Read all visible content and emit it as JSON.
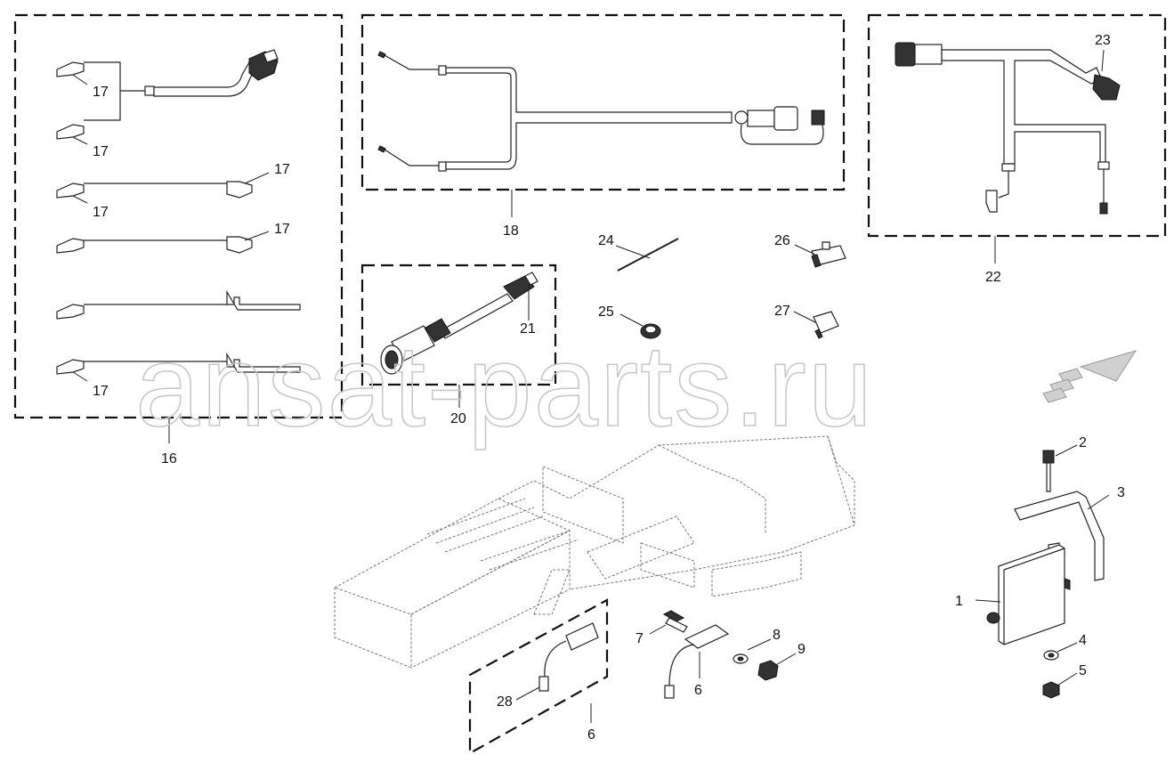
{
  "watermark": "ansat-parts.ru",
  "callouts": {
    "c16": "16",
    "c17a": "17",
    "c17b": "17",
    "c17c": "17",
    "c17d": "17",
    "c17e": "17",
    "c17f": "17",
    "c18": "18",
    "c20": "20",
    "c21": "21",
    "c22": "22",
    "c23": "23",
    "c24": "24",
    "c25": "25",
    "c26": "26",
    "c27": "27",
    "c1": "1",
    "c2": "2",
    "c3": "3",
    "c4": "4",
    "c5": "5",
    "c6a": "6",
    "c6b": "6",
    "c7": "7",
    "c8": "8",
    "c9": "9",
    "c28": "28"
  },
  "icons": [
    "direction-arrow-icon"
  ]
}
